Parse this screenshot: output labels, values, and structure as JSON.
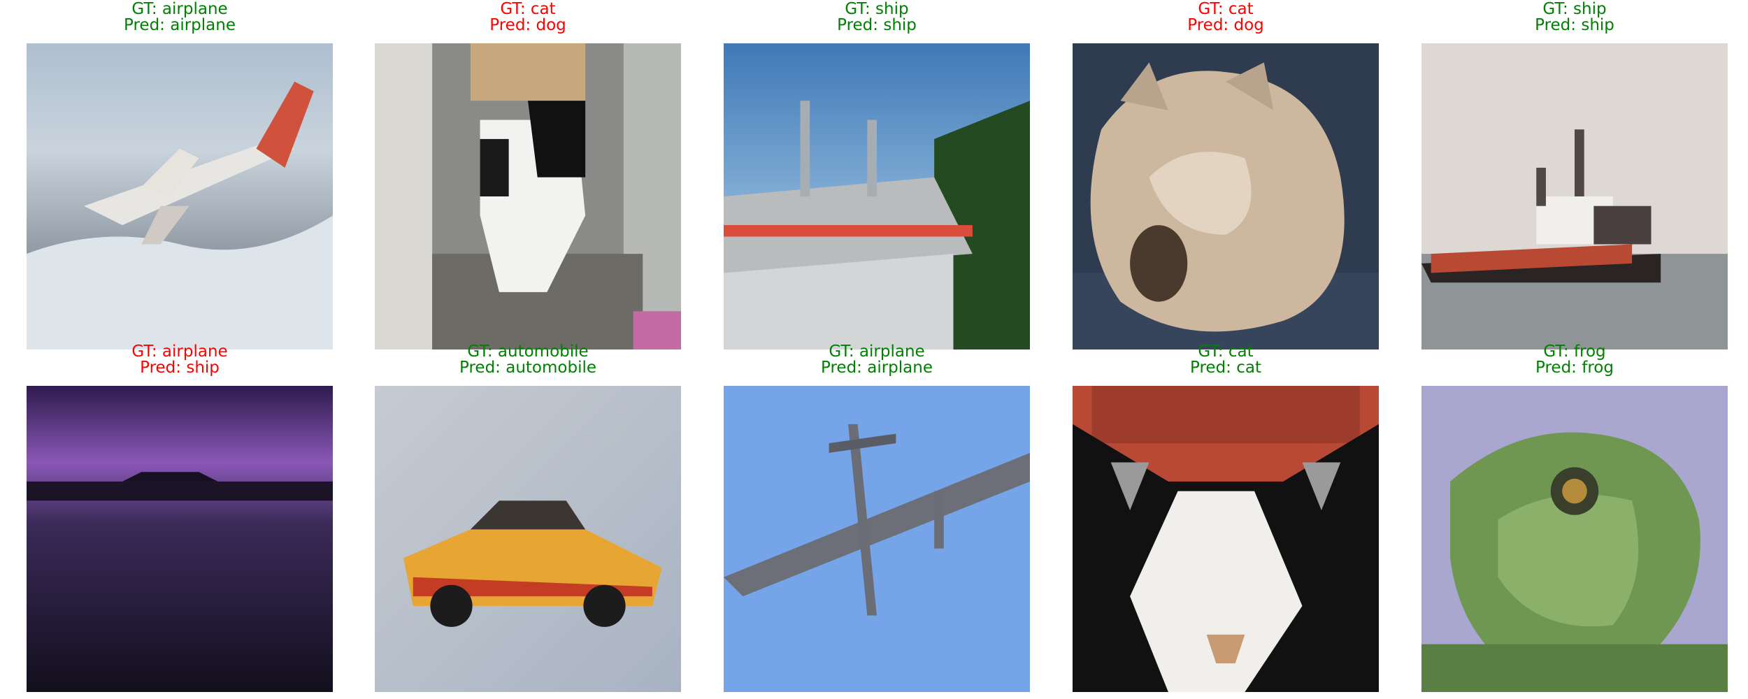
{
  "colors": {
    "correct": "#008000",
    "incorrect": "#ff0000"
  },
  "samples": [
    {
      "gt": "GT: airplane",
      "pred": "Pred: airplane",
      "correct": true,
      "image": "airplane over clouds"
    },
    {
      "gt": "GT: cat",
      "pred": "Pred: dog",
      "correct": false,
      "image": "black and white cat in doorway"
    },
    {
      "gt": "GT: ship",
      "pred": "Pred: ship",
      "correct": true,
      "image": "boat with railings near trees"
    },
    {
      "gt": "GT: cat",
      "pred": "Pred: dog",
      "correct": false,
      "image": "fluffy cream cat close-up"
    },
    {
      "gt": "GT: ship",
      "pred": "Pred: ship",
      "correct": true,
      "image": "tugboat on gray water"
    },
    {
      "gt": "GT: airplane",
      "pred": "Pred: ship",
      "correct": false,
      "image": "dark purple silhouette"
    },
    {
      "gt": "GT: automobile",
      "pred": "Pred: automobile",
      "correct": true,
      "image": "yellow sports car"
    },
    {
      "gt": "GT: airplane",
      "pred": "Pred: airplane",
      "correct": true,
      "image": "propeller plane on blue sky"
    },
    {
      "gt": "GT: cat",
      "pred": "Pred: cat",
      "correct": true,
      "image": "black and white cat face on red"
    },
    {
      "gt": "GT: frog",
      "pred": "Pred: frog",
      "correct": true,
      "image": "green frog close-up"
    }
  ]
}
